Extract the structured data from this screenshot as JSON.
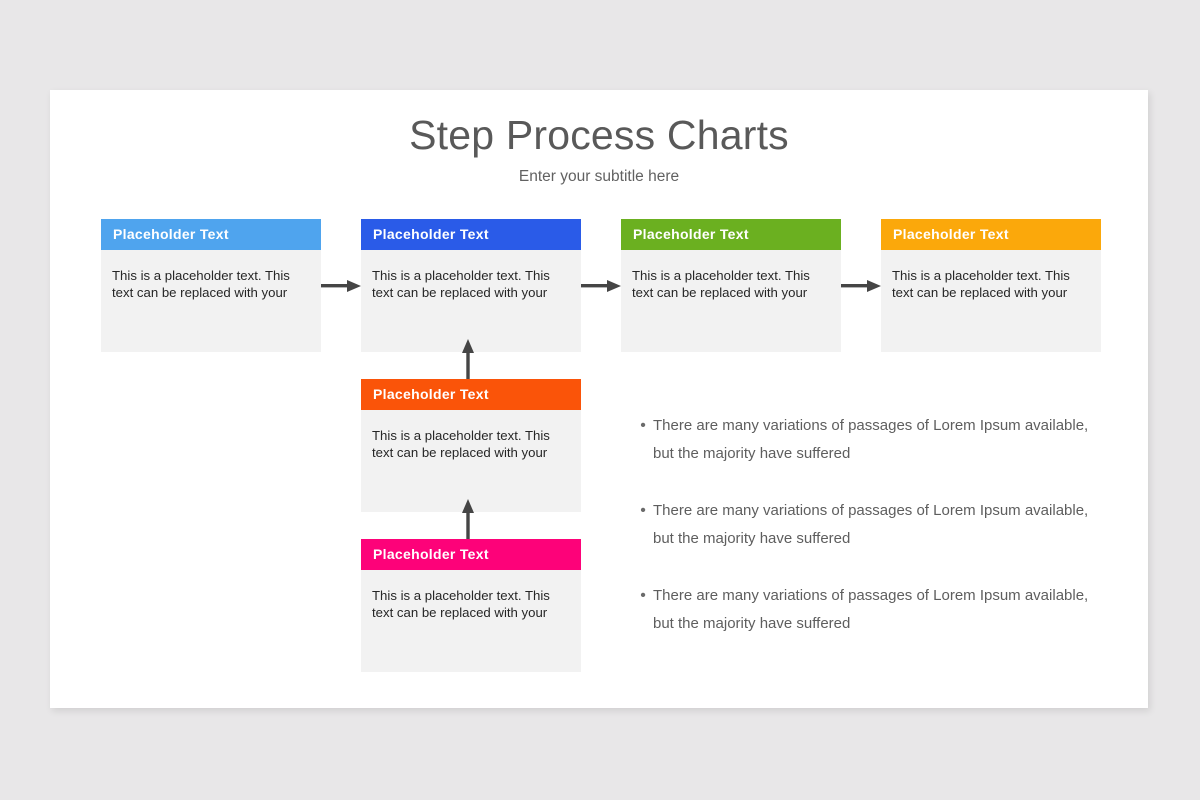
{
  "slide": {
    "title": "Step Process Charts",
    "subtitle": "Enter your subtitle here",
    "background_color": "#e8e7e8",
    "canvas_color": "#ffffff"
  },
  "cards": [
    {
      "header": "Placeholder  Text",
      "body": "This is a placeholder text. This text can be replaced with your",
      "accent_color": "#4fa4ee",
      "body_color": "#f2f2f2"
    },
    {
      "header": "Placeholder  Text",
      "body": "This is a placeholder text. This text can be replaced with your",
      "accent_color": "#2a5be8",
      "body_color": "#f2f2f2"
    },
    {
      "header": "Placeholder  Text",
      "body": "This is a placeholder text. This text can be replaced with your",
      "accent_color": "#6bb020",
      "body_color": "#f2f2f2"
    },
    {
      "header": "Placeholder  Text",
      "body": "This is a placeholder text. This text can be replaced with your",
      "accent_color": "#fba80b",
      "body_color": "#f2f2f2"
    },
    {
      "header": "Placeholder  Text",
      "body": "This is a placeholder text. This text can be replaced with your",
      "accent_color": "#fa5409",
      "body_color": "#f2f2f2"
    },
    {
      "header": "Placeholder  Text",
      "body": "This is a placeholder text. This text can be replaced with your",
      "accent_color": "#fd0279",
      "body_color": "#f2f2f2"
    }
  ],
  "arrows": {
    "color": "#454545",
    "horizontal": [
      "arrow-right-icon",
      "arrow-right-icon",
      "arrow-right-icon"
    ],
    "vertical": [
      "arrow-up-icon",
      "arrow-up-icon"
    ]
  },
  "bullets": {
    "marker": "•",
    "items": [
      "There are many variations of passages of Lorem Ipsum available, but the majority have suffered",
      "There are many variations of passages of Lorem Ipsum available, but the majority have suffered",
      "There are many variations of passages of Lorem Ipsum available, but the majority have suffered"
    ]
  }
}
